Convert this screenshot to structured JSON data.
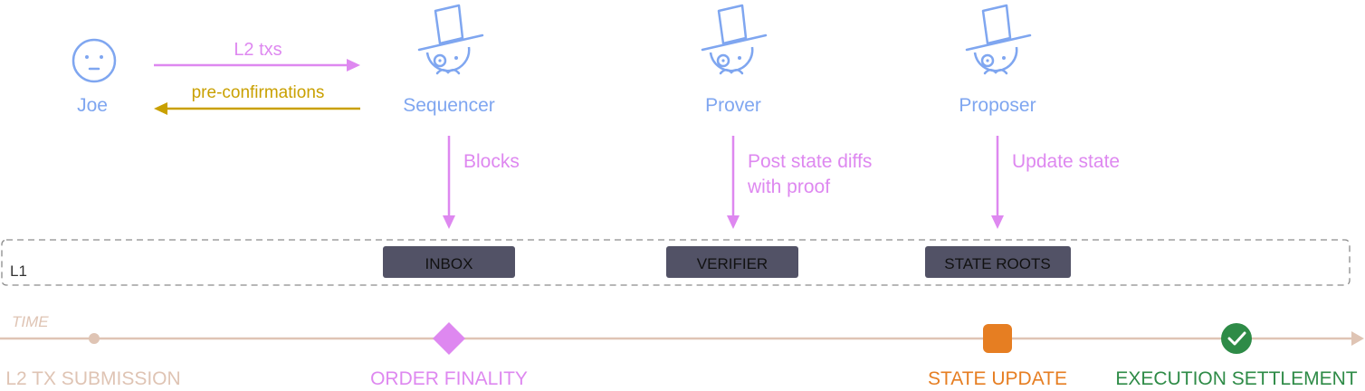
{
  "actors": {
    "joe": "Joe",
    "sequencer": "Sequencer",
    "prover": "Prover",
    "proposer": "Proposer"
  },
  "messages": {
    "l2_txs": "L2 txs",
    "pre_confirmations": "pre-confirmations"
  },
  "flows": {
    "blocks": "Blocks",
    "post_state_diffs_line1": "Post state diffs",
    "post_state_diffs_line2": "with proof",
    "update_state": "Update state"
  },
  "l1": {
    "label": "L1",
    "contracts": [
      "INBOX",
      "VERIFIER",
      "STATE ROOTS"
    ]
  },
  "timeline": {
    "label": "TIME",
    "milestones": [
      "L2 TX SUBMISSION",
      "ORDER FINALITY",
      "STATE UPDATE",
      "EXECUTION SETTLEMENT"
    ]
  },
  "colors": {
    "actor_blue": "#7fa6f0",
    "pink": "#de88f0",
    "gold": "#c9a000",
    "contract_box": "#525266",
    "timeline_tan": "#dfc4b4",
    "orange": "#e67e22",
    "green": "#2e8b47"
  }
}
